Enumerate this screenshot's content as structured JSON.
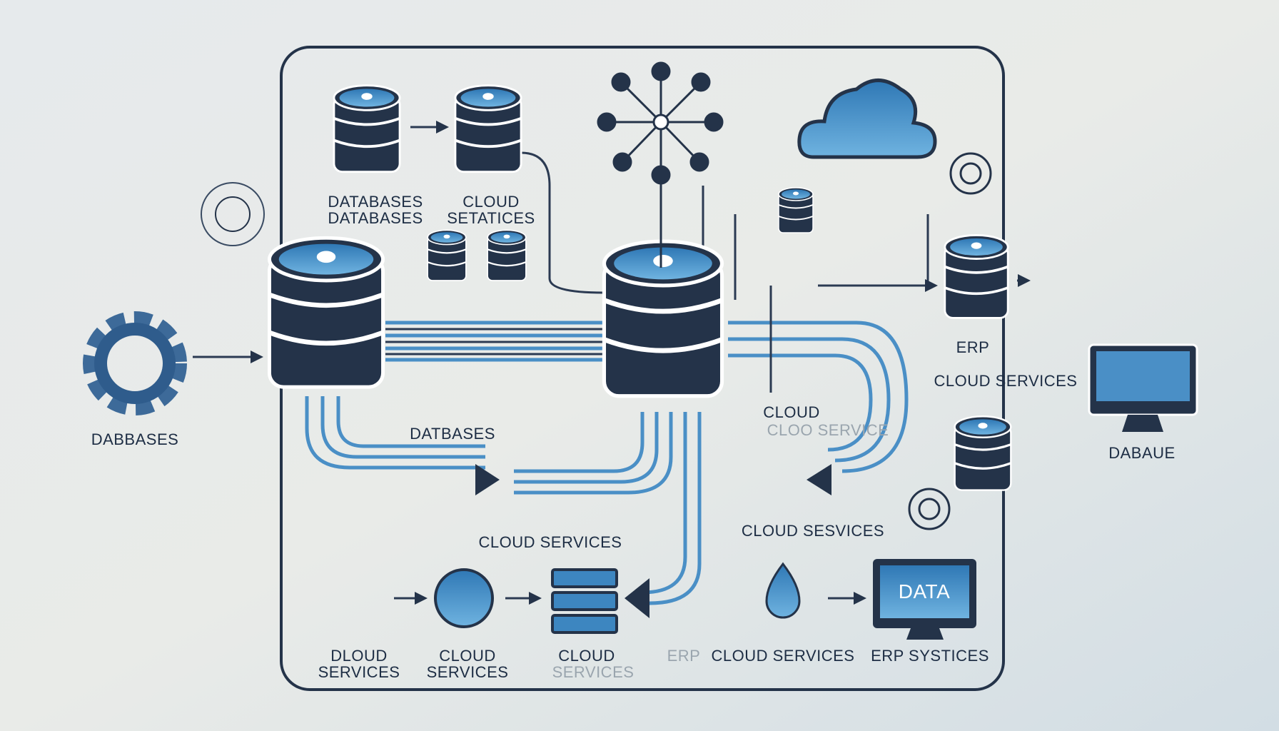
{
  "diagram": {
    "labels": {
      "top_db_1": "DATABASES",
      "top_db_2": "DATABASES",
      "top_cloud_1": "CLOUD",
      "top_cloud_2": "SETATICES",
      "left_gear": "DABBASES",
      "mid_db": "DATBASES",
      "cloud_a": "CLOUD",
      "cloud_b": "CLOO SERVICE",
      "erp": "ERP",
      "right_cloud": "CLOUD SERVICES",
      "right_monitor": "DABAUE",
      "center_cloud": "CLOUD SERVICES",
      "right_cloud2": "CLOUD SESVICES",
      "data_monitor": "DATA",
      "bottom_1a": "DLOUD",
      "bottom_1b": "SERVICES",
      "bottom_2a": "CLOUD",
      "bottom_2b": "SERVICES",
      "bottom_3a": "CLOUD",
      "bottom_3b": "SERVICES",
      "bottom_erp": "ERP",
      "bottom_cloud": "CLOUD SERVICES",
      "bottom_erp_sys": "ERP SYSTICES"
    },
    "colors": {
      "background": "#dfe5e8",
      "navy": "#243349",
      "blue": "#3d86c0",
      "light_blue": "#6fb3e0"
    }
  }
}
